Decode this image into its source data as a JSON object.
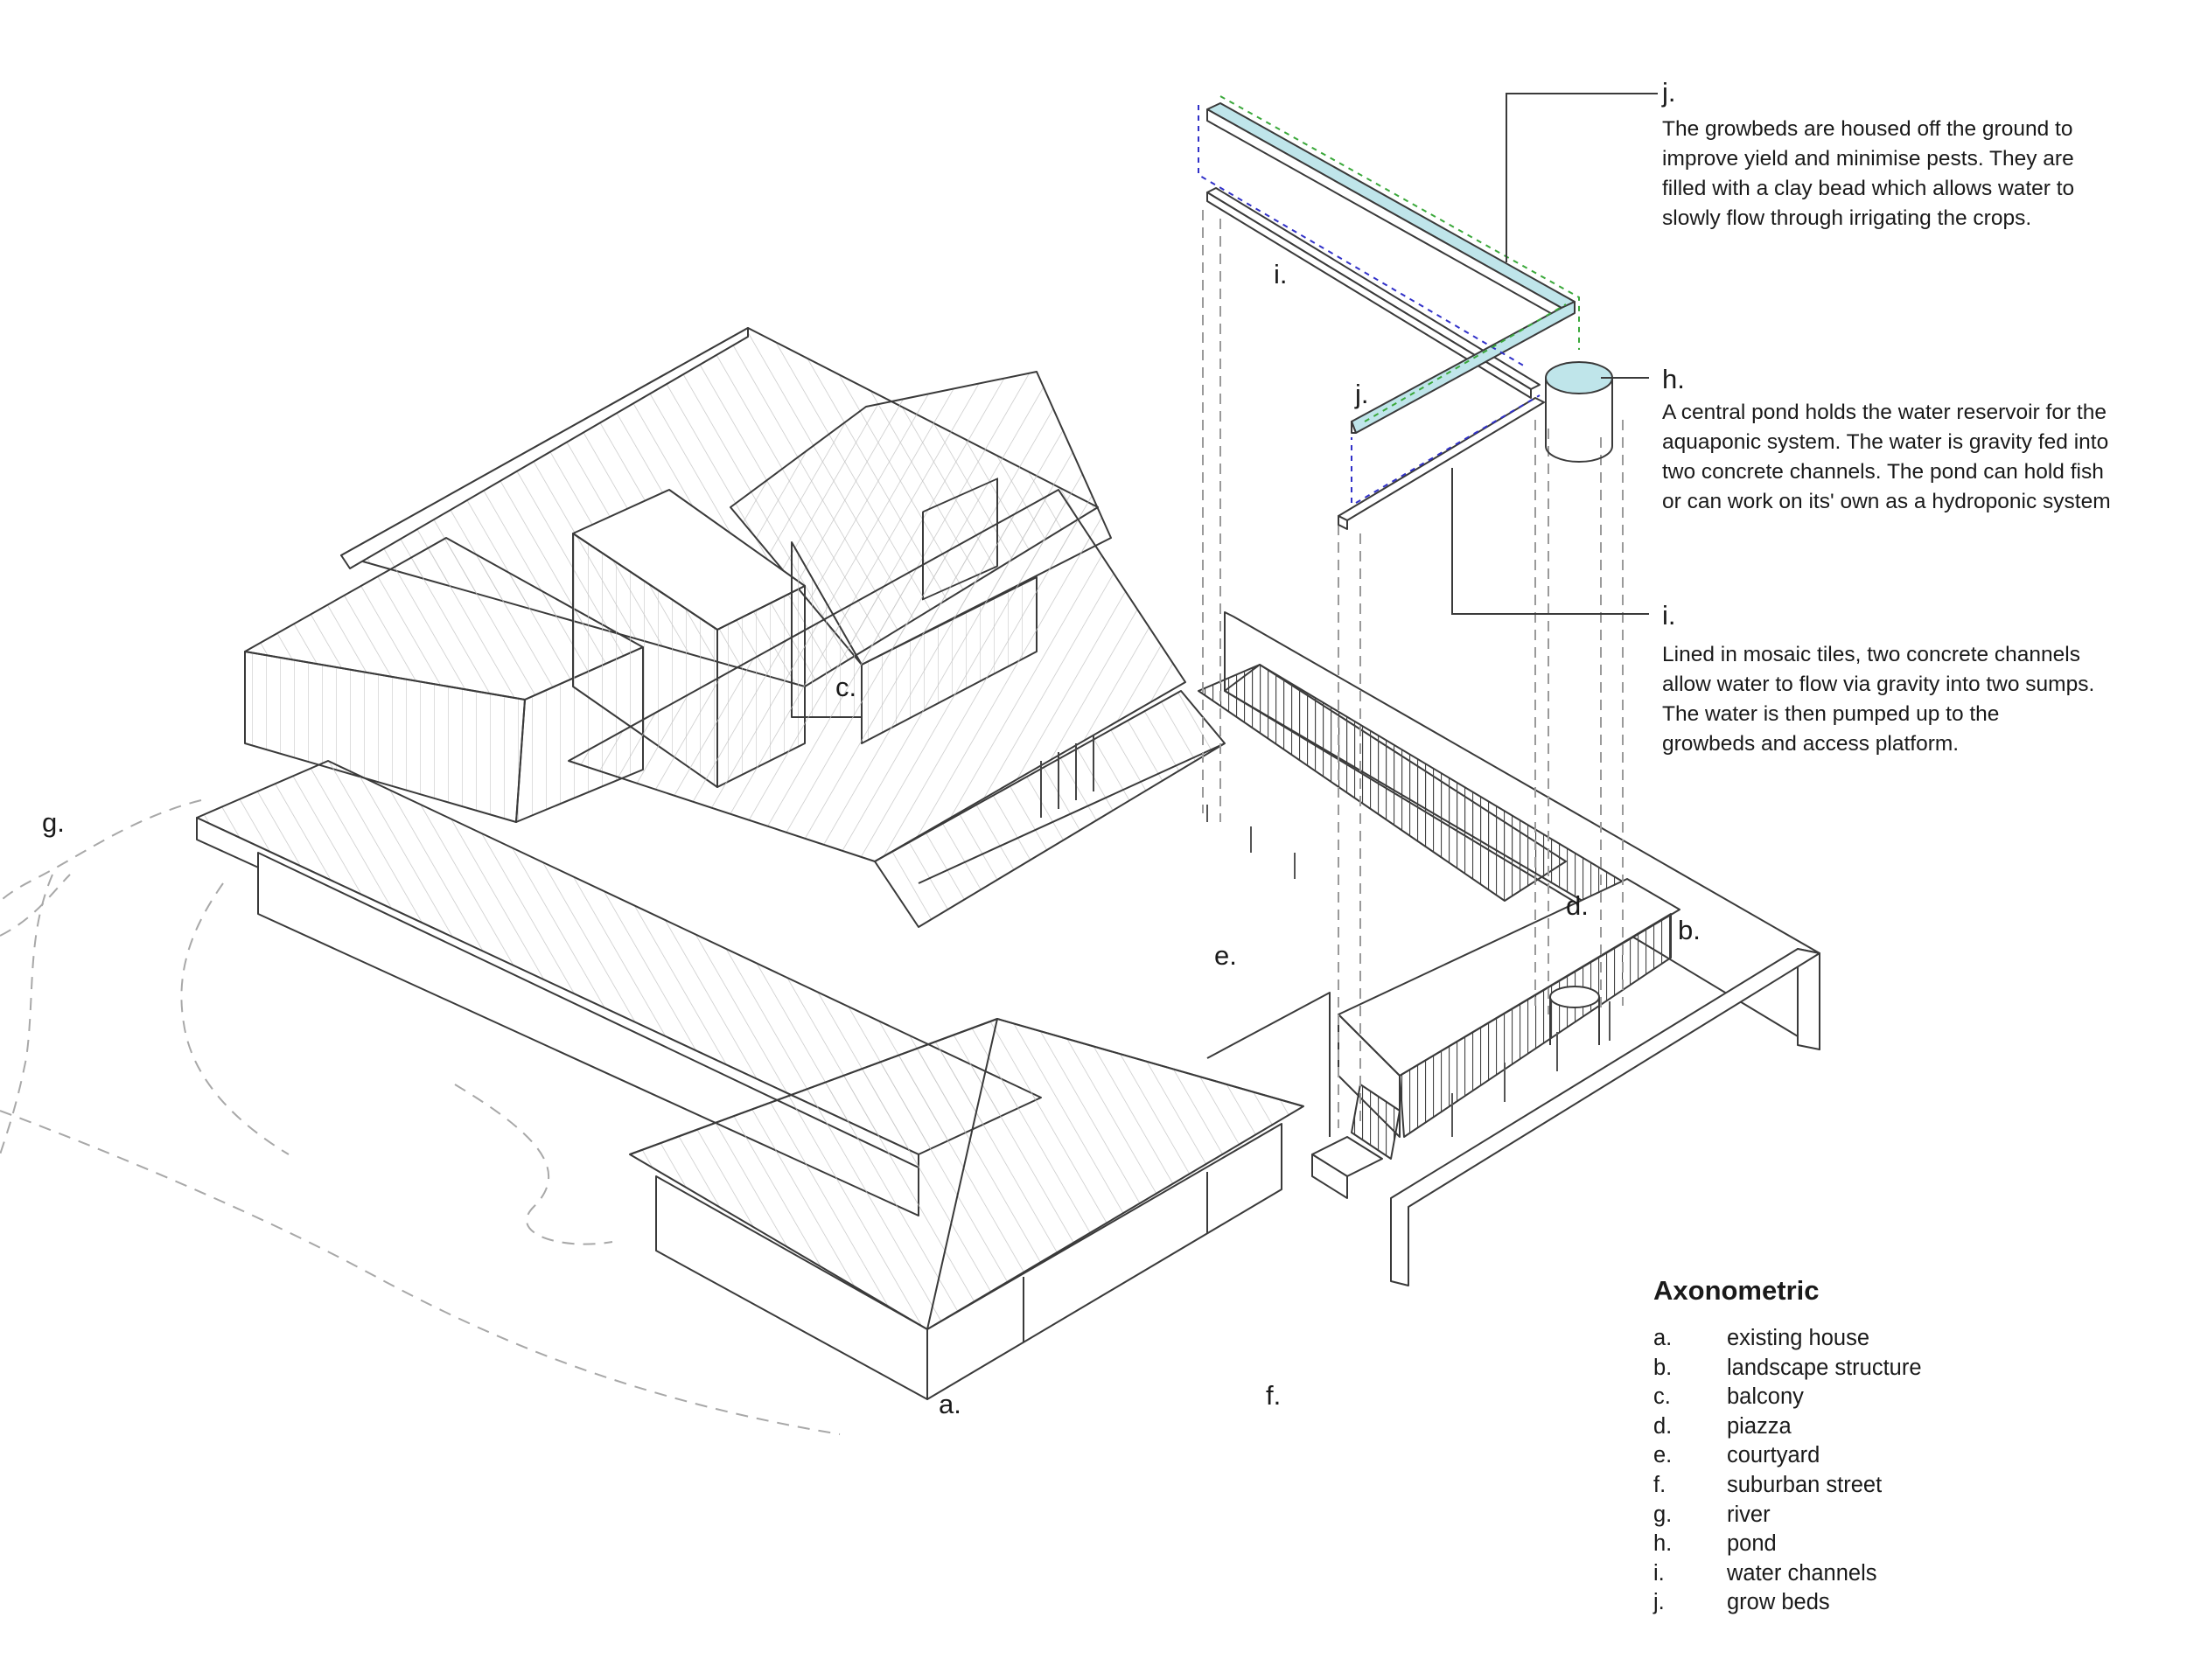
{
  "labels": {
    "a": "a.",
    "b": "b.",
    "c": "c.",
    "d": "d.",
    "e": "e.",
    "f": "f.",
    "g": "g.",
    "h": "h.",
    "i_top": "i.",
    "i_side": "i.",
    "j_top": "j.",
    "j_mid": "j."
  },
  "notes": {
    "j": [
      "The growbeds are housed off the ground to",
      "improve yield and minimise pests. They are",
      "filled with a clay bead which allows water to",
      "slowly flow through irrigating the crops."
    ],
    "h": [
      "A central pond holds the water reservoir for the",
      "aquaponic system. The water is gravity fed into",
      "two concrete channels. The pond can hold fish",
      "or can work on its' own as a hydroponic system"
    ],
    "i": [
      "Lined in mosaic tiles, two concrete channels",
      "allow water to flow via gravity into two sumps.",
      "The water is then pumped up to the",
      "growbeds and access platform."
    ]
  },
  "legend": {
    "title": "Axonometric",
    "items": [
      {
        "key": "a.",
        "text": "existing house"
      },
      {
        "key": "b.",
        "text": "landscape structure"
      },
      {
        "key": "c.",
        "text": "balcony"
      },
      {
        "key": "d.",
        "text": "piazza"
      },
      {
        "key": "e.",
        "text": "courtyard"
      },
      {
        "key": "f.",
        "text": "suburban street"
      },
      {
        "key": "g.",
        "text": "river"
      },
      {
        "key": "h.",
        "text": "pond"
      },
      {
        "key": "i.",
        "text": "water channels"
      },
      {
        "key": "j.",
        "text": "grow beds"
      }
    ]
  },
  "colors": {
    "line": "#3a3a3a",
    "hatch": "#b9b9b9",
    "dash": "#9a9a9a",
    "growbed": "#bfe5ea",
    "pond": "#bfe5ea",
    "flow_blue": "#3030c8",
    "flow_green": "#3aa83a"
  }
}
